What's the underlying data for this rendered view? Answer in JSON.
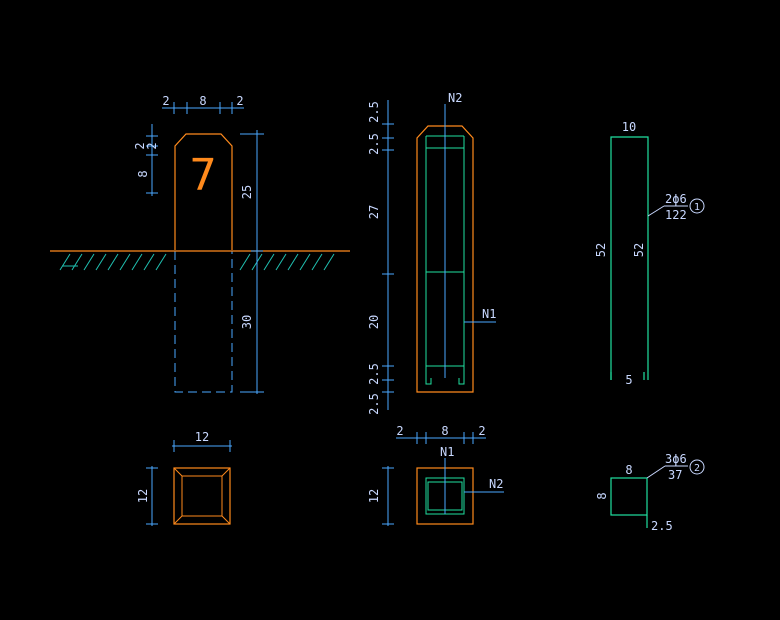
{
  "colors": {
    "background": "#000000",
    "concrete": "#ff8a1c",
    "rebar": "#20e0a0",
    "dimension": "#4aa8ff",
    "ground": "#ff8a1c",
    "hatch": "#20c0b0",
    "text": "#c8d8ff"
  },
  "elevation": {
    "dim_top_left": "2",
    "dim_top_mid": "8",
    "dim_top_right": "2",
    "dim_left_a": "2",
    "dim_left_b": "2",
    "dim_left_c": "8",
    "dim_above_ground": "25",
    "dim_below_ground": "30",
    "marker": "7"
  },
  "section": {
    "label_n2": "N2",
    "label_n1": "N1",
    "dims": [
      "2.5",
      "2.5",
      "27",
      "20",
      "2.5",
      "2.5"
    ]
  },
  "bar1": {
    "top": "10",
    "left": "52",
    "right": "52",
    "bottom": "5",
    "spec": "2ϕ6",
    "length": "122",
    "mark": "1"
  },
  "plan_left": {
    "width": "12",
    "height": "12"
  },
  "plan_mid": {
    "dim_left": "2",
    "dim_mid": "8",
    "dim_right": "2",
    "height": "12",
    "label_n1": "N1",
    "label_n2": "N2"
  },
  "bar2": {
    "top": "8",
    "left": "8",
    "spec": "3ϕ6",
    "length": "37",
    "mark": "2",
    "hook": "2.5"
  }
}
